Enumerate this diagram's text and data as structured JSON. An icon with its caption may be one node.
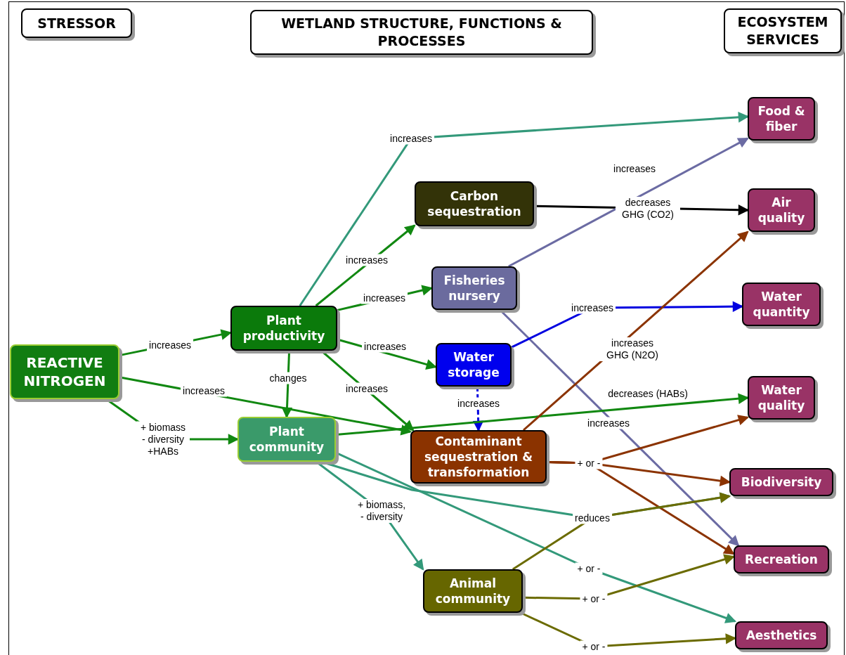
{
  "diagram": {
    "nodes": [
      {
        "text": [
          "STRESSOR"
        ]
      },
      {
        "text": [
          "WETLAND STRUCTURE, FUNCTIONS & PROCESSES"
        ]
      },
      {
        "text": [
          "ECOSYSTEM SERVICES"
        ]
      },
      {
        "text": [
          "REACTIVE NITROGEN"
        ]
      },
      {
        "text": [
          "Plant productivity"
        ]
      },
      {
        "text": [
          "Plant community"
        ]
      },
      {
        "text": [
          "Carbon sequestration"
        ]
      },
      {
        "text": [
          "Fisheries nursery"
        ]
      },
      {
        "text": [
          "Water storage"
        ]
      },
      {
        "text": [
          "Contaminant sequestration & transformation"
        ]
      },
      {
        "text": [
          "Animal community"
        ]
      },
      {
        "text": [
          "Food & fiber"
        ]
      },
      {
        "text": [
          "Air quality"
        ]
      },
      {
        "text": [
          "Water quantity"
        ]
      },
      {
        "text": [
          "Water quality"
        ]
      },
      {
        "text": [
          "Biodiversity"
        ]
      },
      {
        "text": [
          "Recreation"
        ]
      },
      {
        "text": [
          "Aesthetics"
        ]
      }
    ],
    "edges": [
      {
        "from": 3,
        "to": 4,
        "arrow": "to",
        "label": "increases"
      },
      {
        "from": 3,
        "to": 9,
        "arrow": "to",
        "label": "increases"
      },
      {
        "from": 3,
        "to": 5,
        "arrow": "to",
        "label": "+ biomass - diversity +HABs"
      },
      {
        "from": 4,
        "to": 11,
        "arrow": "to",
        "label": "increases",
        "color": "#33997a"
      },
      {
        "from": 4,
        "to": 6,
        "arrow": "to",
        "label": "increases"
      },
      {
        "from": 4,
        "to": 7,
        "arrow": "to",
        "label": "increases"
      },
      {
        "from": 4,
        "to": 8,
        "arrow": "to",
        "label": "increases"
      },
      {
        "from": 4,
        "to": 9,
        "arrow": "to",
        "label": "increases"
      },
      {
        "from": 4,
        "to": 5,
        "arrow": "to",
        "label": "changes"
      },
      {
        "from": 6,
        "to": 12,
        "arrow": "to",
        "label": "decreases GHG (CO2)",
        "color": "#000000"
      },
      {
        "from": 7,
        "to": 11,
        "arrow": "to",
        "label": "increases",
        "color": "#6b6ba3"
      },
      {
        "from": 7,
        "to": 16,
        "arrow": "to",
        "label": "increases",
        "color": "#6b6ba3"
      },
      {
        "from": 8,
        "to": 13,
        "arrow": "to",
        "label": "increases",
        "color": "#0000e0"
      },
      {
        "from": 8,
        "to": 9,
        "arrow": "to",
        "label": "increases",
        "color": "#0000e0",
        "style": "dashed"
      },
      {
        "from": 5,
        "to": 14,
        "arrow": "to",
        "label": "decreases (HABs)"
      },
      {
        "from": 9,
        "to": 12,
        "arrow": "to",
        "label": "increases GHG (N2O)",
        "color": "#8b3300"
      },
      {
        "from": 9,
        "to": 14,
        "arrow": "to",
        "label": "+ or -",
        "color": "#8b3300"
      },
      {
        "from": 9,
        "to": 15,
        "arrow": "to",
        "color": "#8b3300"
      },
      {
        "from": 9,
        "to": 16,
        "arrow": "to",
        "color": "#8b3300"
      },
      {
        "from": 5,
        "to": 10,
        "arrow": "to",
        "label": "+ biomass, - diversity",
        "color": "#33997a"
      },
      {
        "from": 5,
        "to": 15,
        "arrow": "to",
        "label": "reduces",
        "color": "#33997a"
      },
      {
        "from": 5,
        "to": 17,
        "arrow": "to",
        "label": "+ or -",
        "color": "#33997a"
      },
      {
        "from": 10,
        "to": 15,
        "arrow": "to",
        "color": "#6b6b00"
      },
      {
        "from": 10,
        "to": 16,
        "arrow": "to",
        "label": "+ or -",
        "color": "#6b6b00"
      },
      {
        "from": 10,
        "to": 17,
        "arrow": "to",
        "label": "+ or -",
        "color": "#6b6b00"
      }
    ]
  }
}
